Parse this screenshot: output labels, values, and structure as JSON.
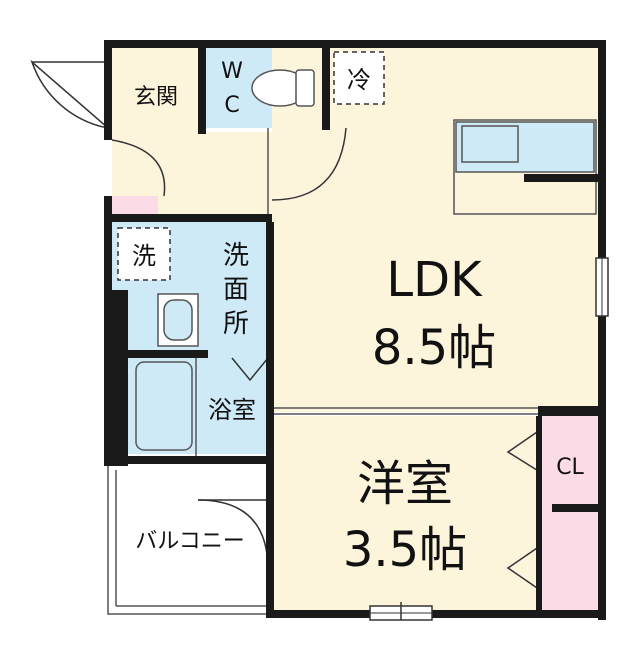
{
  "rooms": {
    "genkan": "玄関",
    "wc_w": "W",
    "wc_c": "C",
    "fridge": "冷",
    "washer": "洗",
    "senmen_1": "洗",
    "senmen_2": "面",
    "senmen_3": "所",
    "bath": "浴室",
    "ldk_name": "LDK",
    "ldk_size": "8.5帖",
    "western_name": "洋室",
    "western_size": "3.5帖",
    "closet": "CL",
    "balcony": "バルコニー"
  },
  "colors": {
    "wall": "#1a1a1a",
    "floor_wood": "#fdf4dc",
    "wet_area": "#cfeaf7",
    "closet": "#fbdbe6",
    "balcony": "#ffffff",
    "line": "#555555"
  }
}
